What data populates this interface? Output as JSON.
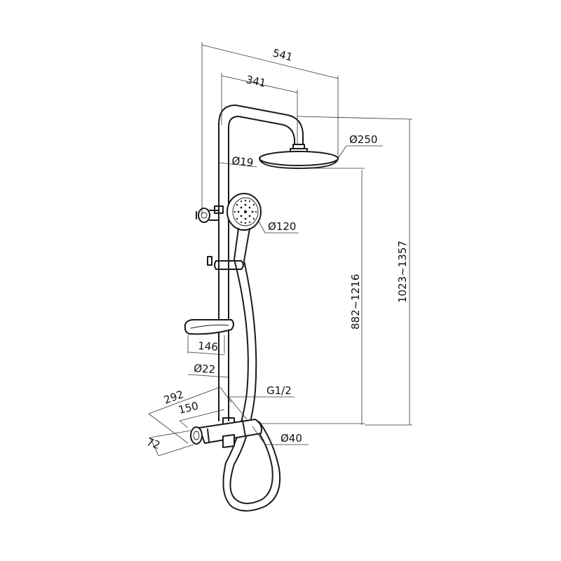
{
  "colors": {
    "line": "#1a1a1a",
    "dimension": "#333333",
    "background": "#ffffff"
  },
  "dimensions": {
    "overall_width": "541",
    "arm_length": "341",
    "head_diameter": "Ø250",
    "pipe_diameter": "Ø19",
    "hand_shower_diameter": "Ø120",
    "soap_dish_width": "146",
    "rail_diameter": "Ø22",
    "mixer_length": "292",
    "mixer_spacing": "150",
    "mixer_depth": "72",
    "thread": "G1/2",
    "mixer_diameter": "Ø40",
    "head_height": "882~1216",
    "total_height": "1023~1357"
  }
}
